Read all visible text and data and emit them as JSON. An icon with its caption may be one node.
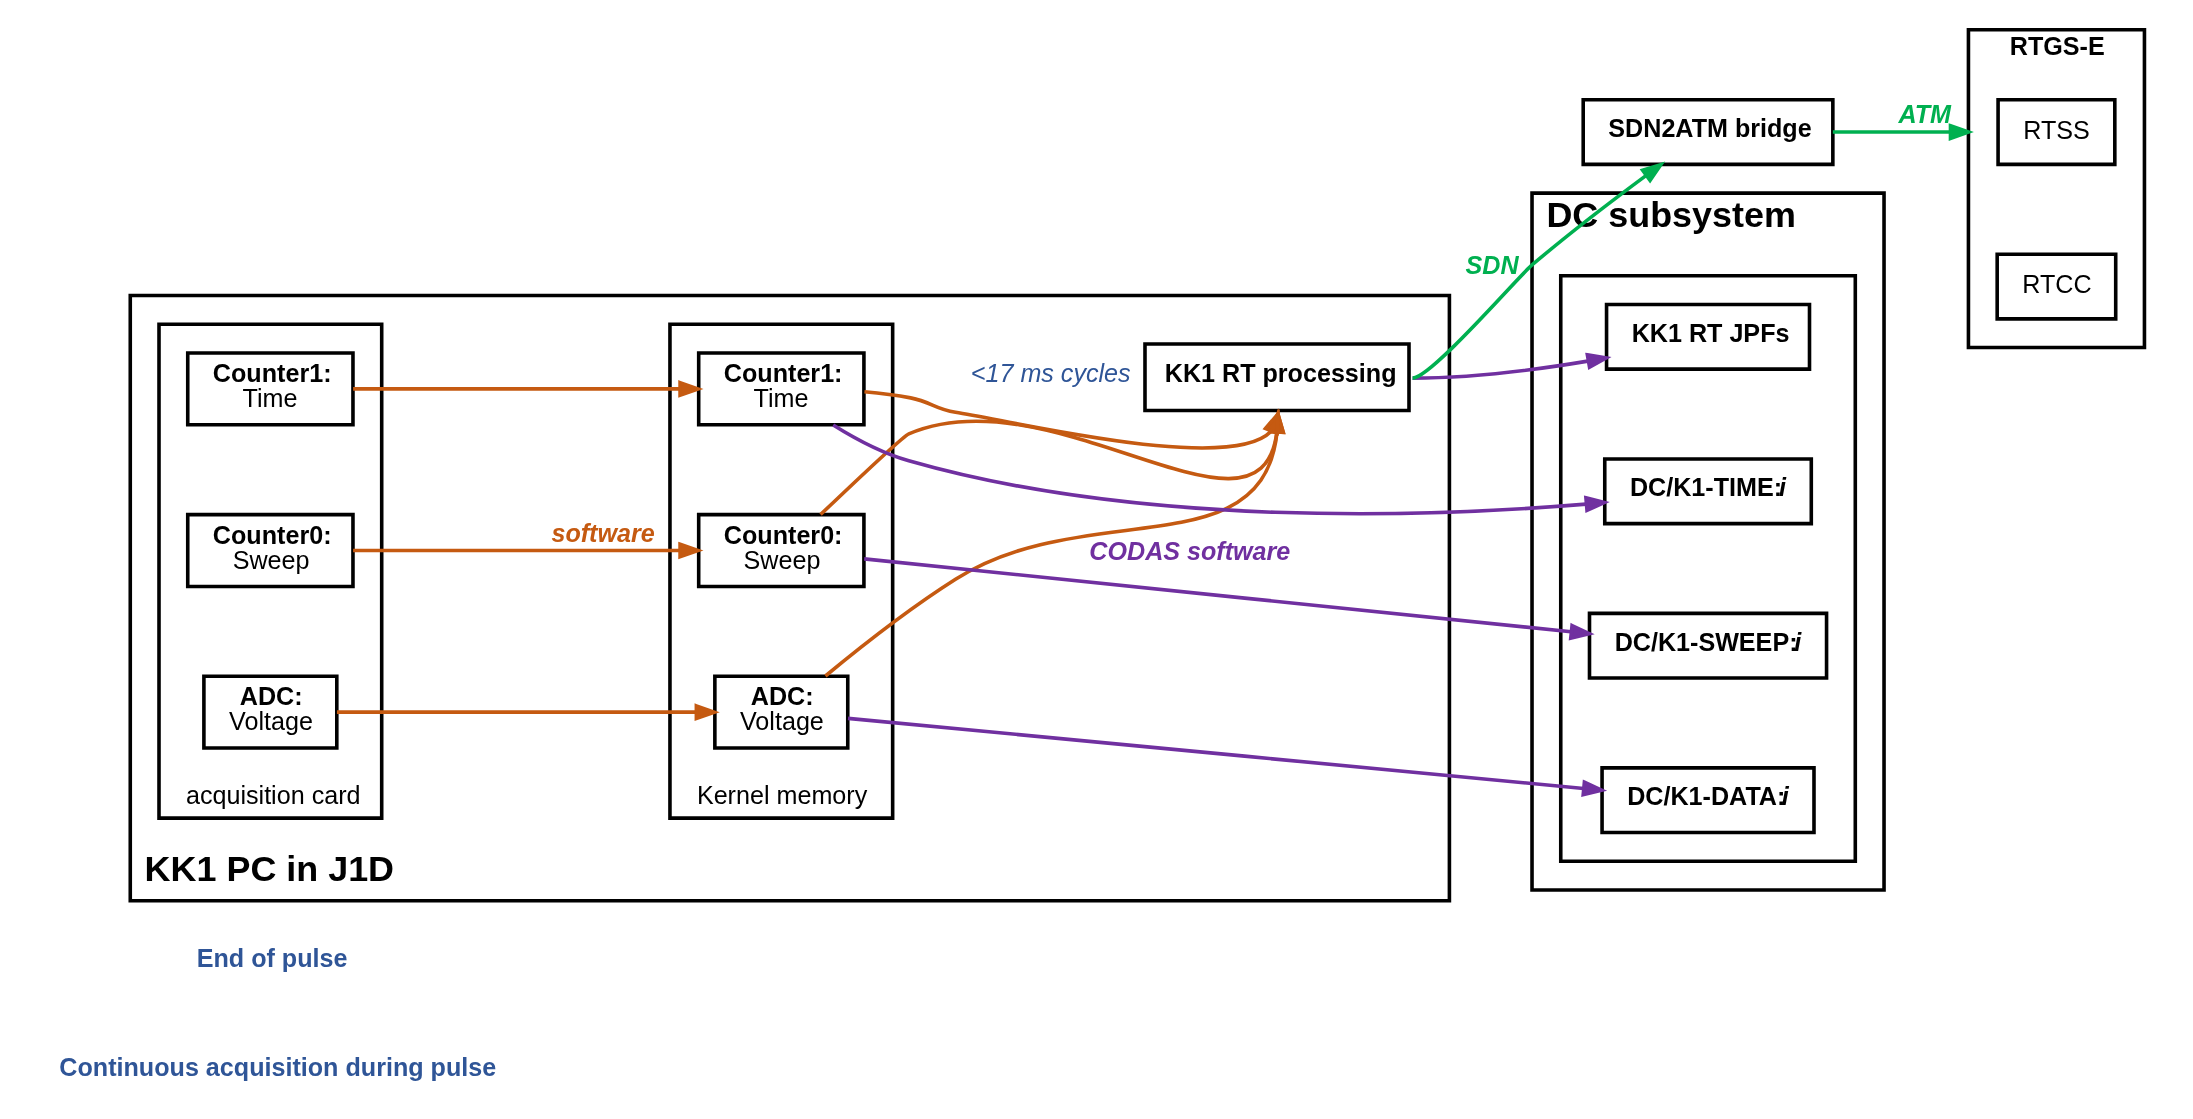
{
  "diagram": {
    "nodes": [
      {
        "text": [
          "KK1 PC in J1D"
        ]
      },
      {
        "text": [
          "acquisition card"
        ],
        "in": 0
      },
      {
        "text": [
          "ADC:",
          "Voltage"
        ],
        "in": 1
      },
      {
        "text": [
          "Counter0:",
          "Sweep"
        ],
        "in": 1
      },
      {
        "text": [
          "Counter1:",
          "Time"
        ],
        "in": 1
      },
      {
        "text": [
          "Kernel memory"
        ],
        "in": 0
      },
      {
        "text": [
          "ADC:",
          "Voltage"
        ],
        "in": 5
      },
      {
        "text": [
          "Counter0:",
          "Sweep"
        ],
        "in": 5
      },
      {
        "text": [
          "Counter1:",
          "Time"
        ],
        "in": 5
      },
      {
        "text": [
          "KK1 RT processing"
        ],
        "in": 0,
        "beside": [
          "<17 ms cycles"
        ]
      },
      {
        "text": [
          "DC subsystem"
        ]
      },
      {
        "text": [],
        "shape": "box",
        "in": 10
      },
      {
        "text": [
          "DC/K1-DATA:*i*"
        ],
        "in": 11
      },
      {
        "text": [
          "DC/K1-SWEEP:*i*"
        ],
        "in": 11
      },
      {
        "text": [
          "DC/K1-TIME:*i*"
        ],
        "in": 11
      },
      {
        "text": [
          "KK1 RT JPFs"
        ],
        "in": 11
      },
      {
        "text": [
          "SDN2ATM bridge"
        ]
      },
      {
        "text": [
          "RTGS-E"
        ]
      },
      {
        "text": [
          "RTSS"
        ],
        "in": 17
      },
      {
        "text": [
          "RTCC"
        ],
        "in": 17
      }
    ],
    "edges": [
      {
        "from": 2,
        "to": 6,
        "arrow": "to"
      },
      {
        "from": 3,
        "to": 7,
        "arrow": "to",
        "label": "software"
      },
      {
        "from": 4,
        "to": 8,
        "arrow": "to"
      },
      {
        "from": 6,
        "to": 9,
        "arrow": "to"
      },
      {
        "from": 7,
        "to": 9,
        "arrow": "to"
      },
      {
        "from": 8,
        "to": 9,
        "arrow": "to"
      },
      {
        "from": 6,
        "to": 12,
        "arrow": "to",
        "color": "#7030a0"
      },
      {
        "from": 7,
        "to": 13,
        "arrow": "to",
        "label": "CODAS software",
        "color": "#7030a0"
      },
      {
        "from": 8,
        "to": 14,
        "arrow": "to",
        "color": "#7030a0"
      },
      {
        "from": 9,
        "to": 15,
        "arrow": "to",
        "color": "#7030a0"
      },
      {
        "from": 9,
        "to": 16,
        "arrow": "to",
        "label": "SDN",
        "color": "#00b050"
      },
      {
        "from": 16,
        "to": 17,
        "arrow": "to",
        "label": "ATM",
        "color": "#00b050"
      }
    ],
    "labels": [
      "Continuous acquisition during pulse",
      "End of pulse"
    ]
  }
}
